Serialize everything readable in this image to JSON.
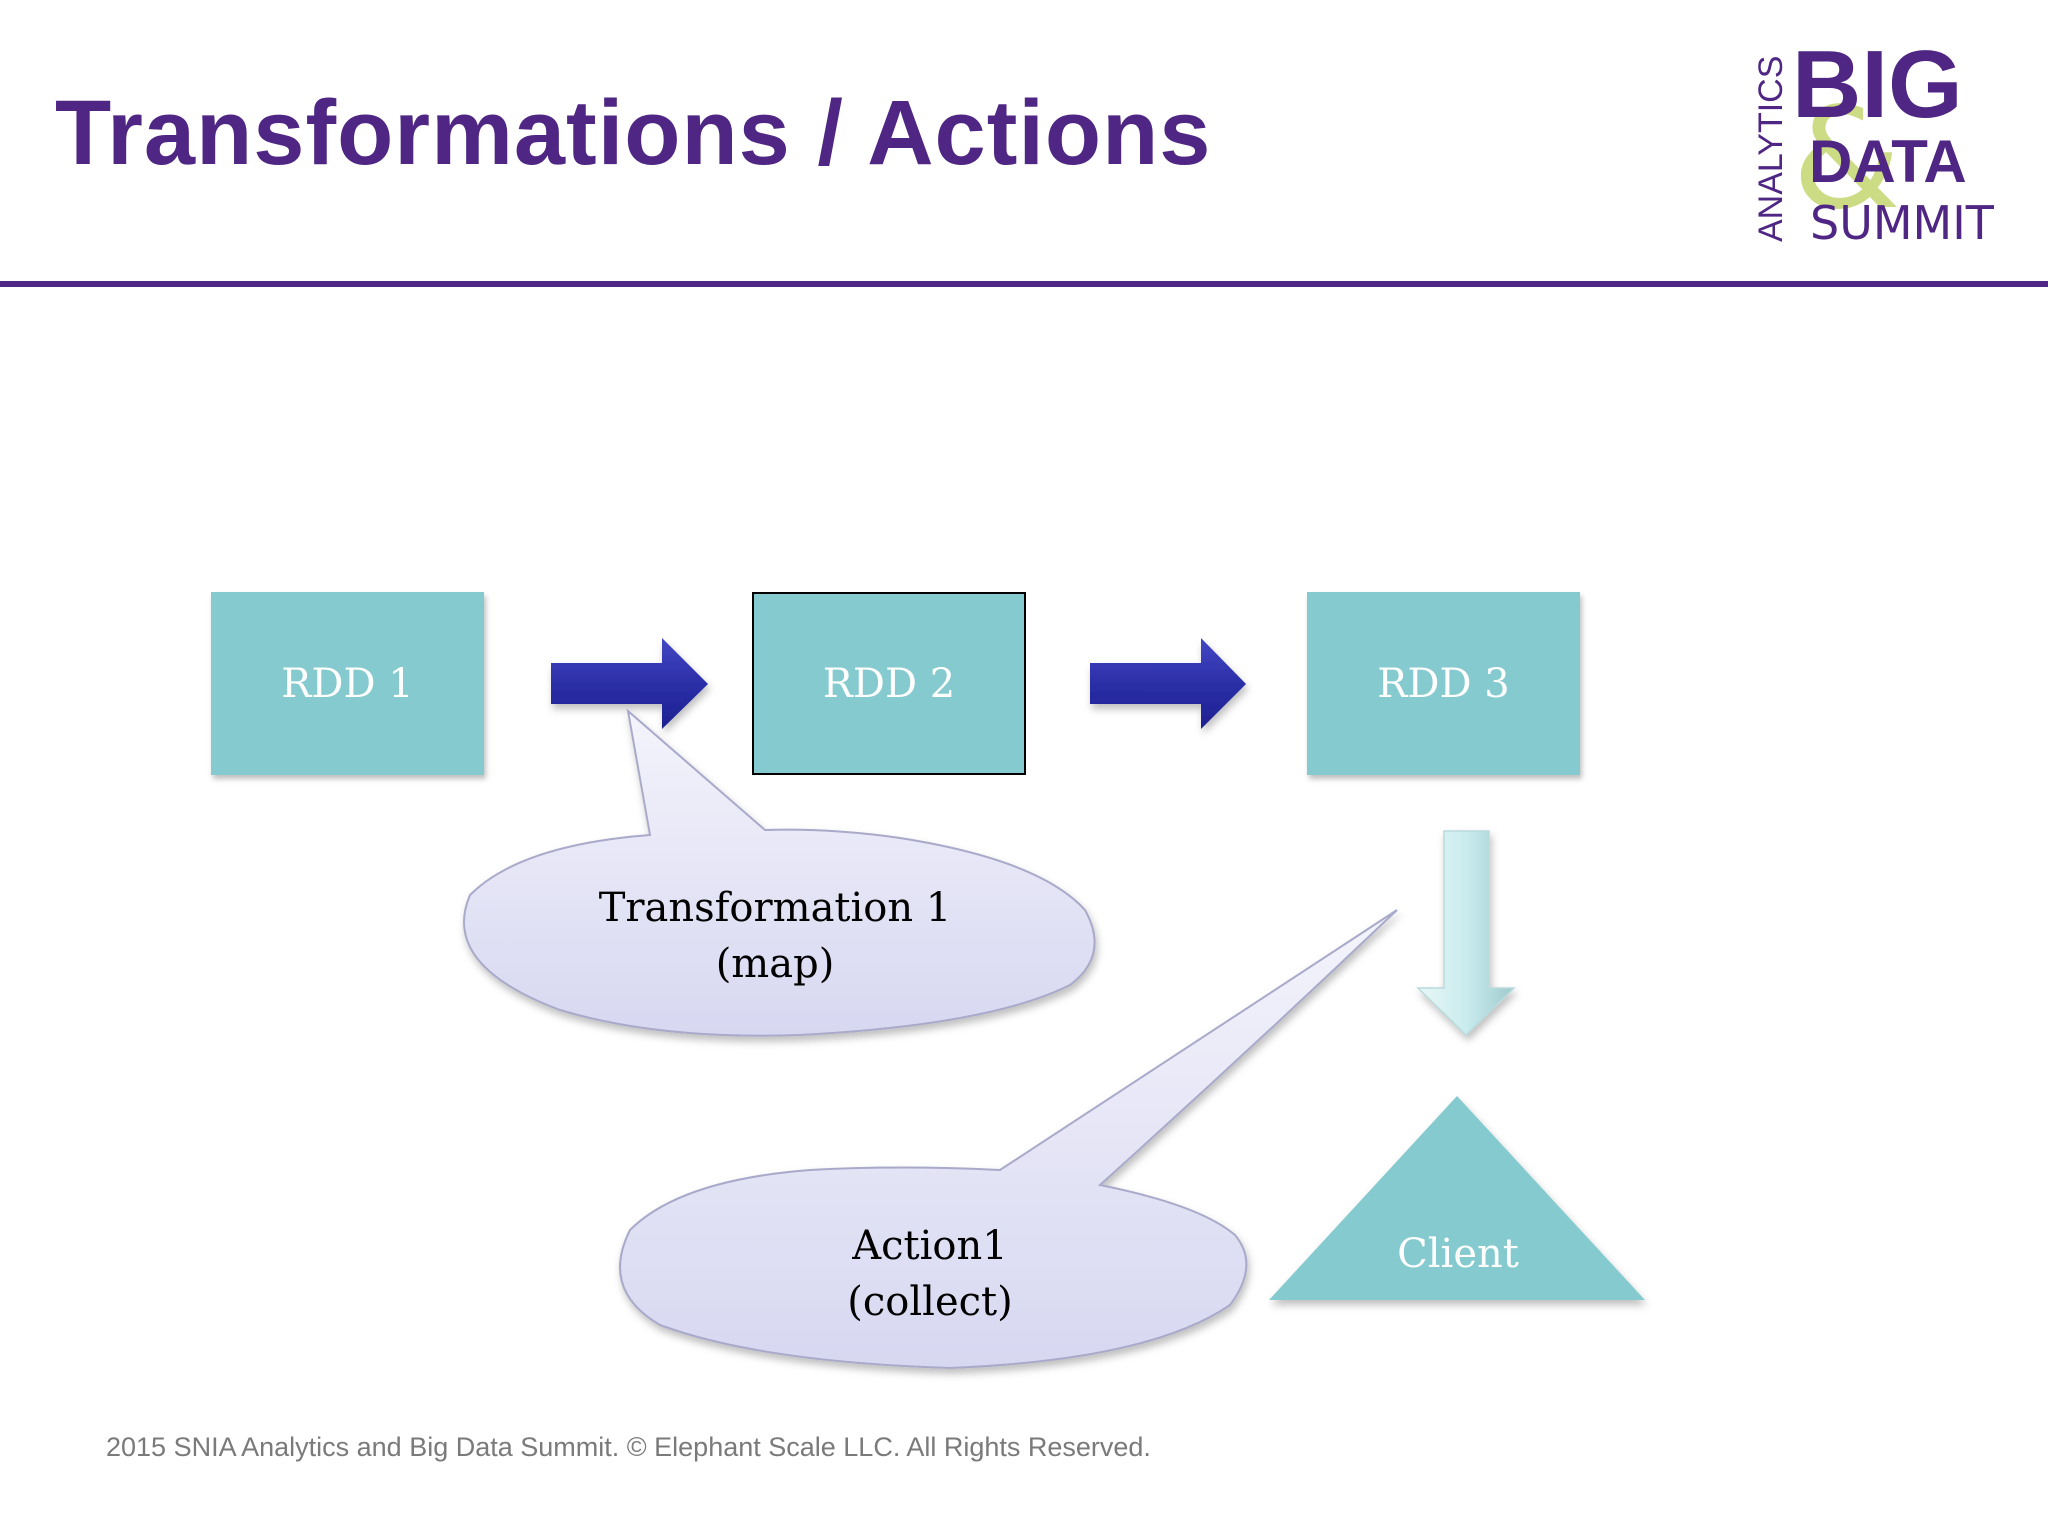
{
  "slide": {
    "title": "Transformations / Actions",
    "footer": "2015 SNIA Analytics and Big Data Summit. © Elephant Scale LLC.  All Rights Reserved."
  },
  "logo": {
    "vertical": "ANALYTICS",
    "ampersand": "&",
    "big": "BIG",
    "data": "DATA",
    "summit": "SUMMIT"
  },
  "nodes": {
    "rdd1": "RDD 1",
    "rdd2": "RDD 2",
    "rdd3": "RDD 3",
    "client": "Client"
  },
  "callouts": {
    "transformation": {
      "line1": "Transformation 1",
      "line2": "(map)"
    },
    "action": {
      "line1": "Action1",
      "line2": "(collect)"
    }
  },
  "colors": {
    "title": "#4f2683",
    "node_fill": "#84cace",
    "arrow_blue": "#2b2fa7",
    "bubble_fill": "#e3e3f6",
    "logo_green": "#c7d977"
  }
}
